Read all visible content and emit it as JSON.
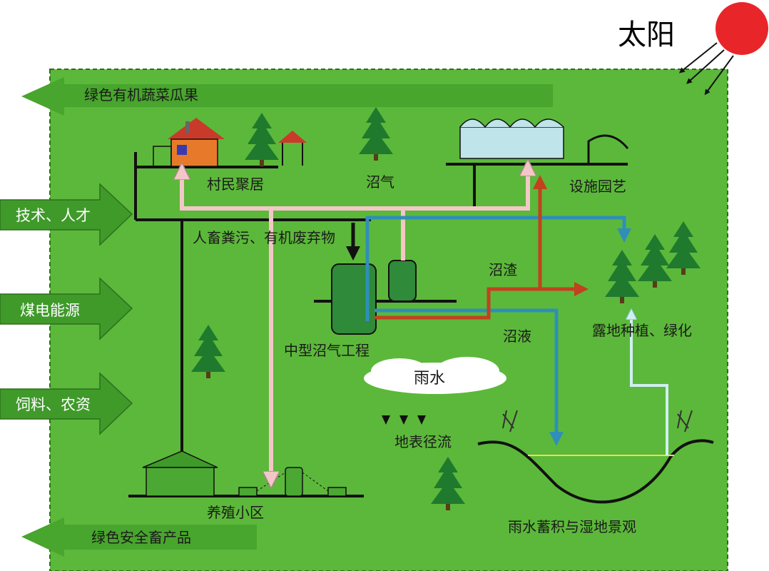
{
  "sun": {
    "label": "太阳",
    "color": "#e8262a"
  },
  "background_color": "#5cb83a",
  "top_output": "绿色有机蔬菜瓜果",
  "bottom_output": "绿色安全畜产品",
  "inputs": [
    "技术、人才",
    "煤电能源",
    "饲料、农资"
  ],
  "labels": {
    "village": "村民聚居",
    "biogas": "沼气",
    "greenhouse": "设施园艺",
    "waste": "人畜粪污、有机废弃物",
    "residue": "沼渣",
    "liquid": "沼液",
    "plant": "中型沼气工程",
    "open_field": "露地种植、绿化",
    "rain": "雨水",
    "runoff": "地表径流",
    "farm": "养殖小区",
    "wetland": "雨水蓄积与湿地景观"
  },
  "colors": {
    "pink_flow": "#f3c7c7",
    "blue_flow": "#2f8fb8",
    "red_flow": "#c2411f",
    "line": "#111111",
    "tree": "#1f7a2e"
  }
}
